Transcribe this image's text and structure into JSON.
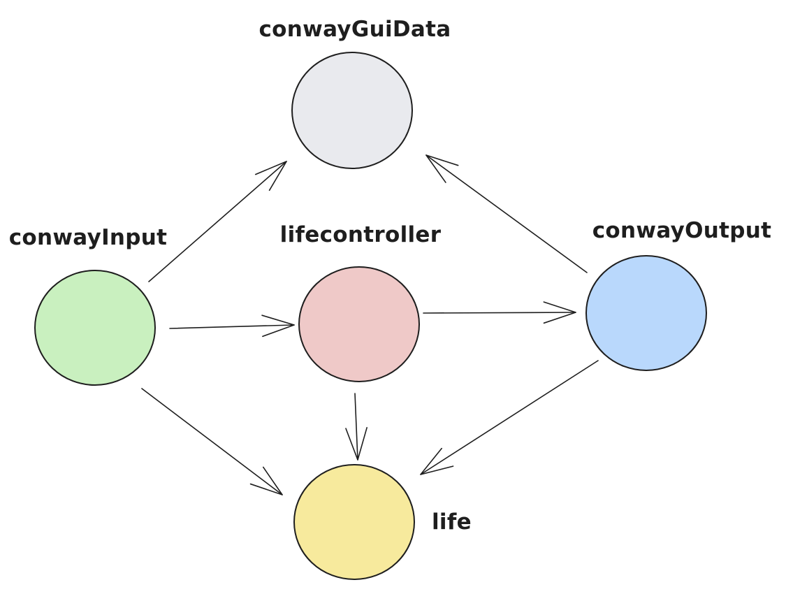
{
  "diagram": {
    "type": "dependency-graph",
    "nodes": [
      {
        "id": "conwayGuiData",
        "label": "conwayGuiData",
        "fill": "#e9eaee"
      },
      {
        "id": "conwayInput",
        "label": "conwayInput",
        "fill": "#c9f0bf"
      },
      {
        "id": "lifecontroller",
        "label": "lifecontroller",
        "fill": "#efc9c8"
      },
      {
        "id": "conwayOutput",
        "label": "conwayOutput",
        "fill": "#b9d8fc"
      },
      {
        "id": "life",
        "label": "life",
        "fill": "#f7ea9d"
      }
    ],
    "edges": [
      {
        "from": "conwayInput",
        "to": "conwayGuiData"
      },
      {
        "from": "conwayInput",
        "to": "lifecontroller"
      },
      {
        "from": "conwayInput",
        "to": "life"
      },
      {
        "from": "lifecontroller",
        "to": "conwayOutput"
      },
      {
        "from": "lifecontroller",
        "to": "life"
      },
      {
        "from": "conwayOutput",
        "to": "conwayGuiData"
      },
      {
        "from": "conwayOutput",
        "to": "life"
      }
    ],
    "stroke_color": "#1e1e1e"
  }
}
